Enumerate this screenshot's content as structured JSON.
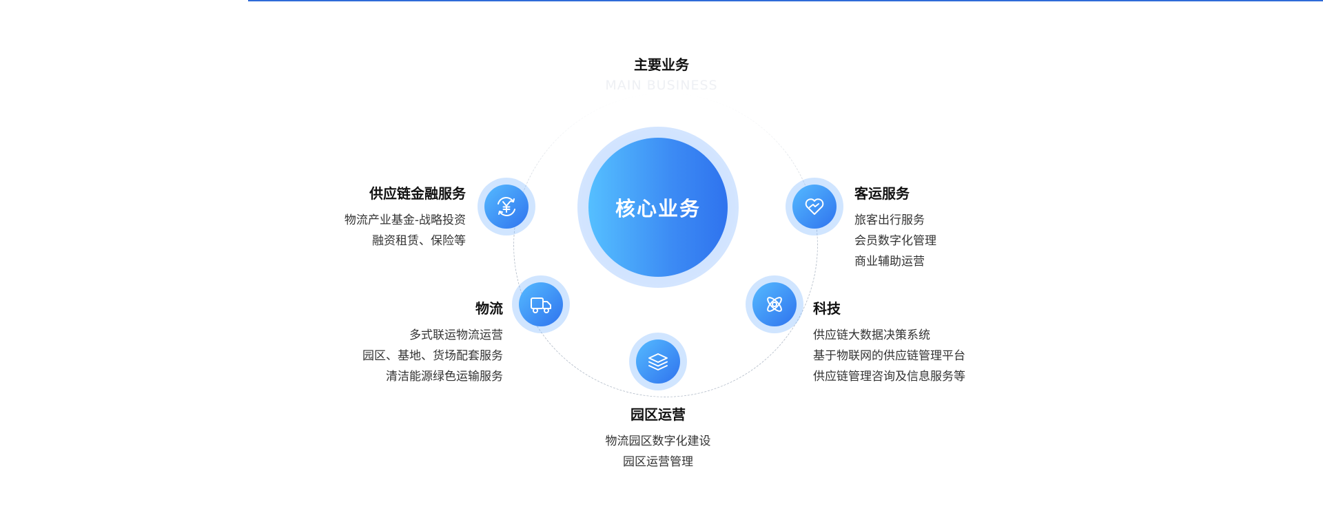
{
  "header": {
    "title": "主要业务",
    "subtitle": "MAIN BUSINESS"
  },
  "core": {
    "label": "核心业务"
  },
  "services": {
    "finance": {
      "title": "供应链金融服务",
      "lines": [
        "物流产业基金-战略投资",
        "融资租赁、保险等"
      ],
      "icon": "yen-coin-icon"
    },
    "passenger": {
      "title": "客运服务",
      "lines": [
        "旅客出行服务",
        "会员数字化管理",
        "商业辅助运营"
      ],
      "icon": "heart-handshake-icon"
    },
    "logistics": {
      "title": "物流",
      "lines": [
        "多式联运物流运营",
        "园区、基地、货场配套服务",
        "清洁能源绿色运输服务"
      ],
      "icon": "truck-icon"
    },
    "tech": {
      "title": "科技",
      "lines": [
        "供应链大数据决策系统",
        "基于物联网的供应链管理平台",
        "供应链管理咨询及信息服务等"
      ],
      "icon": "atom-icon"
    },
    "park": {
      "title": "园区运营",
      "lines": [
        "物流园区数字化建设",
        "园区运营管理"
      ],
      "icon": "layers-icon"
    }
  },
  "colors": {
    "accent": "#2f6bd8",
    "gradient_start": "#55bfff",
    "gradient_end": "#2f73ee"
  }
}
